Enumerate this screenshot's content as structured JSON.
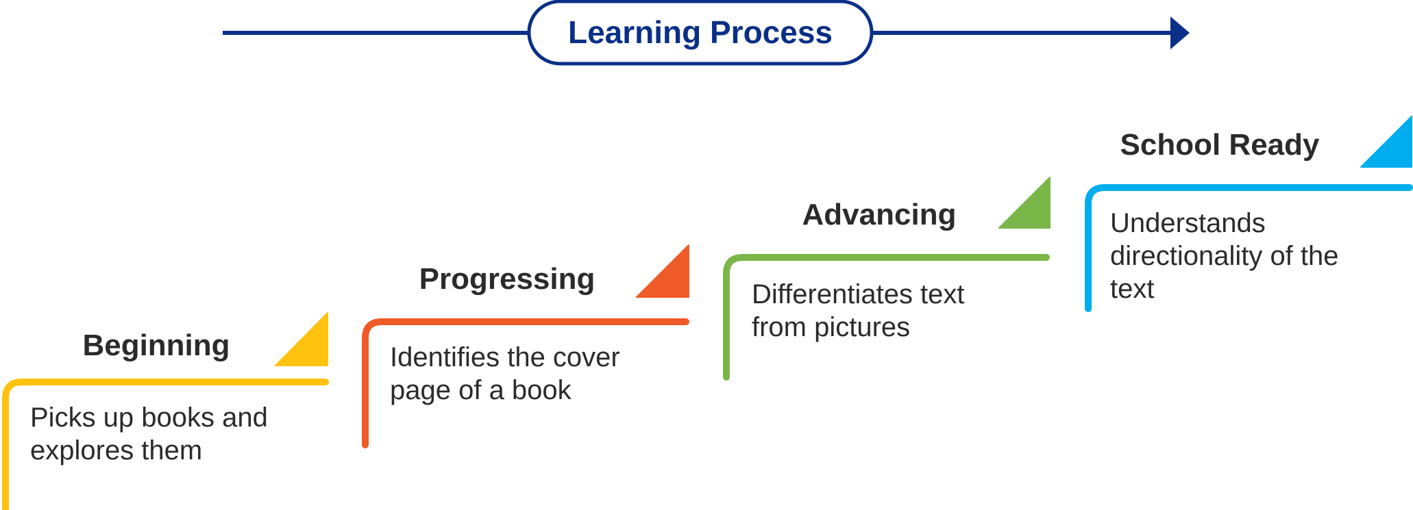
{
  "header": {
    "title": "Learning Process",
    "color": "#0a2f87"
  },
  "text_color": "#2b2b2b",
  "stages": [
    {
      "title": "Beginning",
      "description_lines": [
        "Picks up books and",
        "explores them"
      ],
      "color": "#ffc20e"
    },
    {
      "title": "Progressing",
      "description_lines": [
        "Identifies the cover",
        "page of a book"
      ],
      "color": "#f05a28"
    },
    {
      "title": "Advancing",
      "description_lines": [
        "Differentiates text",
        "from pictures"
      ],
      "color": "#7ab648"
    },
    {
      "title": "School Ready",
      "description_lines": [
        "Understands",
        "directionality of the",
        "text"
      ],
      "color": "#00adee"
    }
  ]
}
